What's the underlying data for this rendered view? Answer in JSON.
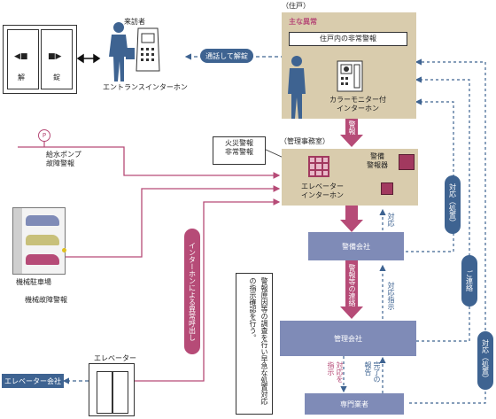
{
  "residence": {
    "label": "（住戸）",
    "title": "主な異常",
    "alarm_box": "住戸内の非常警報",
    "intercom_label": "カラーモニター付\nインターホン"
  },
  "entrance": {
    "door_left": "解",
    "door_right": "錠",
    "visitor_label": "来訪者",
    "intercom_label": "エントランスインターホン",
    "unlock_pill": "通話して解錠"
  },
  "arrows": {
    "report_pill": "警報",
    "report_chain_pill": "警報等の連絡",
    "interphone_call_pill": "インターホンによる異常呼出し"
  },
  "management_room": {
    "label": "（管理事務室）",
    "fire_alarm_callout": "火災警報\n非常警報",
    "security_alarm_label": "警備\n警報器",
    "elevator_intercom_label": "エレベーター\nインターホン"
  },
  "sources": {
    "pump_label": "給水ポンプ\n故障警報",
    "pump_icon_letter": "P",
    "parking_label": "機械駐車場",
    "parking_fault_label": "機械故障警報",
    "elevator_label": "エレベーター",
    "elevator_company": "エレベーター会社"
  },
  "companies": {
    "security_company": "警備会社",
    "management_company": "管理会社",
    "specialist": "専門業者"
  },
  "flow_labels": {
    "response_up": "対応",
    "response_instruction": "対応指示",
    "response_to_instruction": "対応を\n指示",
    "completion_report": "完了の\n報告"
  },
  "side_pills": {
    "response_action_1": "対応（処置）",
    "contact": "ご連絡",
    "response_action_2": "対応（処置）"
  },
  "note": "警報原因等の調査を行い早急な処置対応の指示確認を行う。",
  "colors": {
    "beige": "#d9ccad",
    "company_box": "#7f8bb7",
    "navy_pill": "#3e6391",
    "alarm_pink": "#b64b77",
    "dashed_line": "#3e6391"
  }
}
